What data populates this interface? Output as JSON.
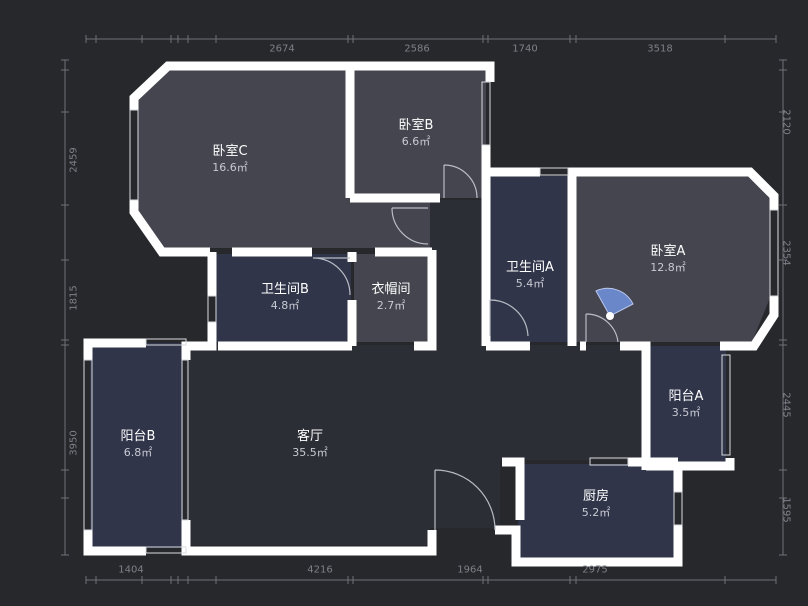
{
  "colors": {
    "background": "#26282c",
    "wall": "#ffffff",
    "bedroom": "#45454f",
    "wet": "#30354a",
    "living": "#2c2e35",
    "dim": "#6e7178",
    "compass": "#8fb4ff"
  },
  "rooms": [
    {
      "name": "卧室C",
      "area": "16.6㎡"
    },
    {
      "name": "卧室B",
      "area": "6.6㎡"
    },
    {
      "name": "卫生间A",
      "area": "5.4㎡"
    },
    {
      "name": "卧室A",
      "area": "12.8㎡"
    },
    {
      "name": "卫生间B",
      "area": "4.8㎡"
    },
    {
      "name": "衣帽间",
      "area": "2.7㎡"
    },
    {
      "name": "阳台B",
      "area": "6.8㎡"
    },
    {
      "name": "客厅",
      "area": "35.5㎡"
    },
    {
      "name": "阳台A",
      "area": "3.5㎡"
    },
    {
      "name": "厨房",
      "area": "5.2㎡"
    }
  ],
  "dimensions": {
    "top": [
      "2674",
      "2586",
      "1740",
      "3518"
    ],
    "bottom": [
      "1404",
      "4216",
      "1964",
      "2975"
    ],
    "left": [
      "2459",
      "1815",
      "3950"
    ],
    "right": [
      "2120",
      "2354",
      "2445",
      "1595"
    ]
  }
}
